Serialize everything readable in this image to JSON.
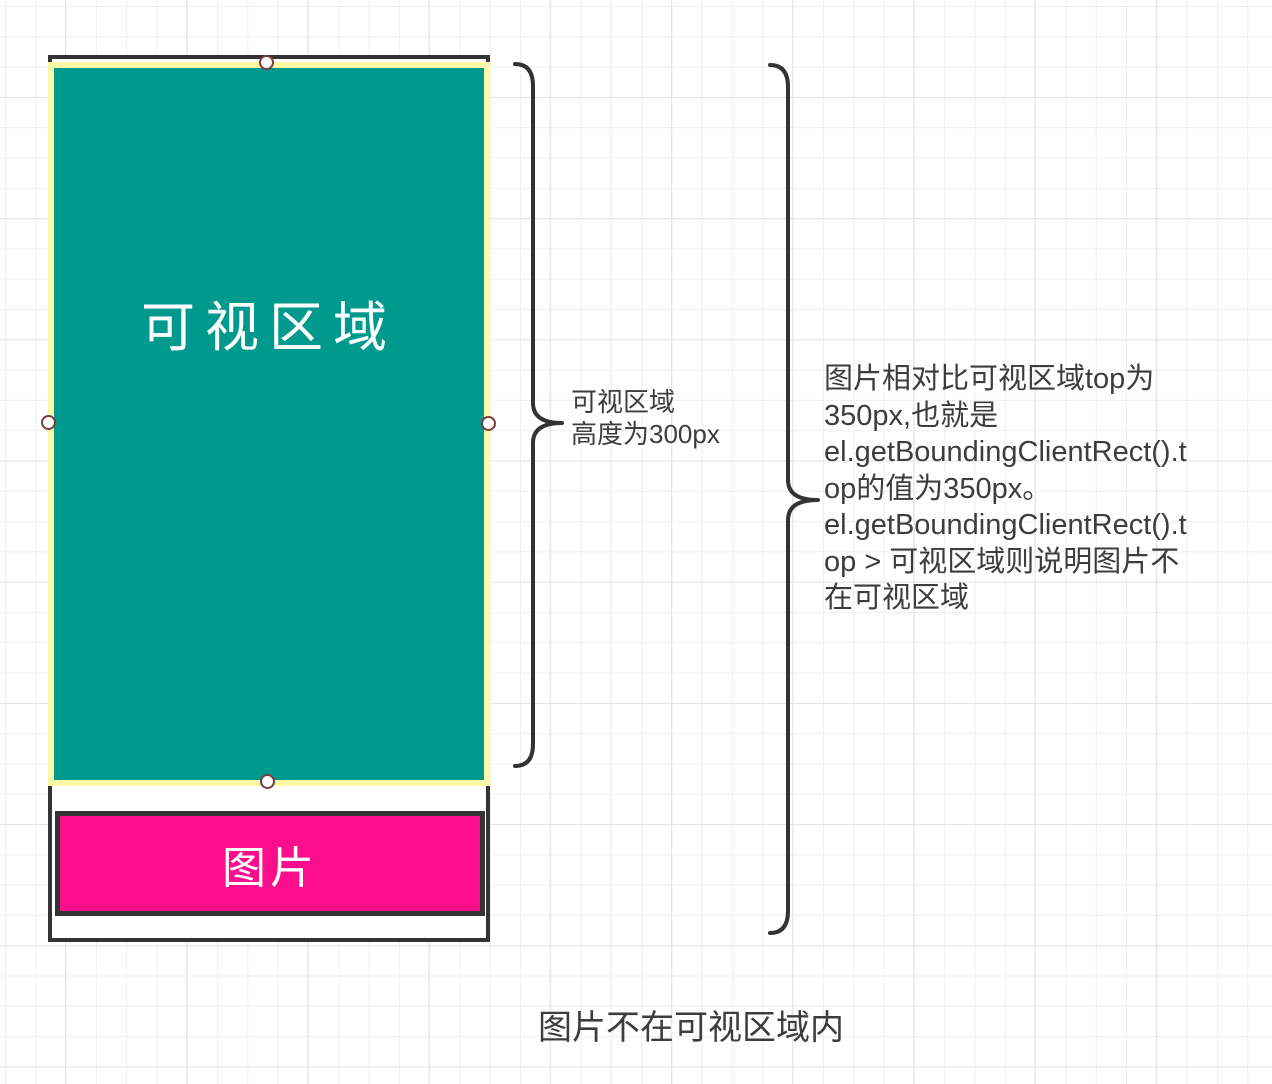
{
  "colors": {
    "teal": "#00998e",
    "pink": "#fb0d8c",
    "yellow": "#fcf9a8",
    "outline": "#333333",
    "handle": "#7d3a3a",
    "ink": "#3d3d3d",
    "grid_minor": "#efefef",
    "grid_major": "#e4e4e4"
  },
  "viewport_box": {
    "label": "可视区域"
  },
  "image_box": {
    "label": "图片"
  },
  "height_note": {
    "lines": [
      "可视区域",
      "高度为300px"
    ]
  },
  "explanation": {
    "lines": [
      "图片相对比可视区域top为",
      "350px,也就是",
      "el.getBoundingClientRect().t",
      "op的值为350px。",
      "el.getBoundingClientRect().t",
      "op > 可视区域则说明图片不",
      "在可视区域"
    ]
  },
  "caption": {
    "text": "图片不在可视区域内"
  }
}
